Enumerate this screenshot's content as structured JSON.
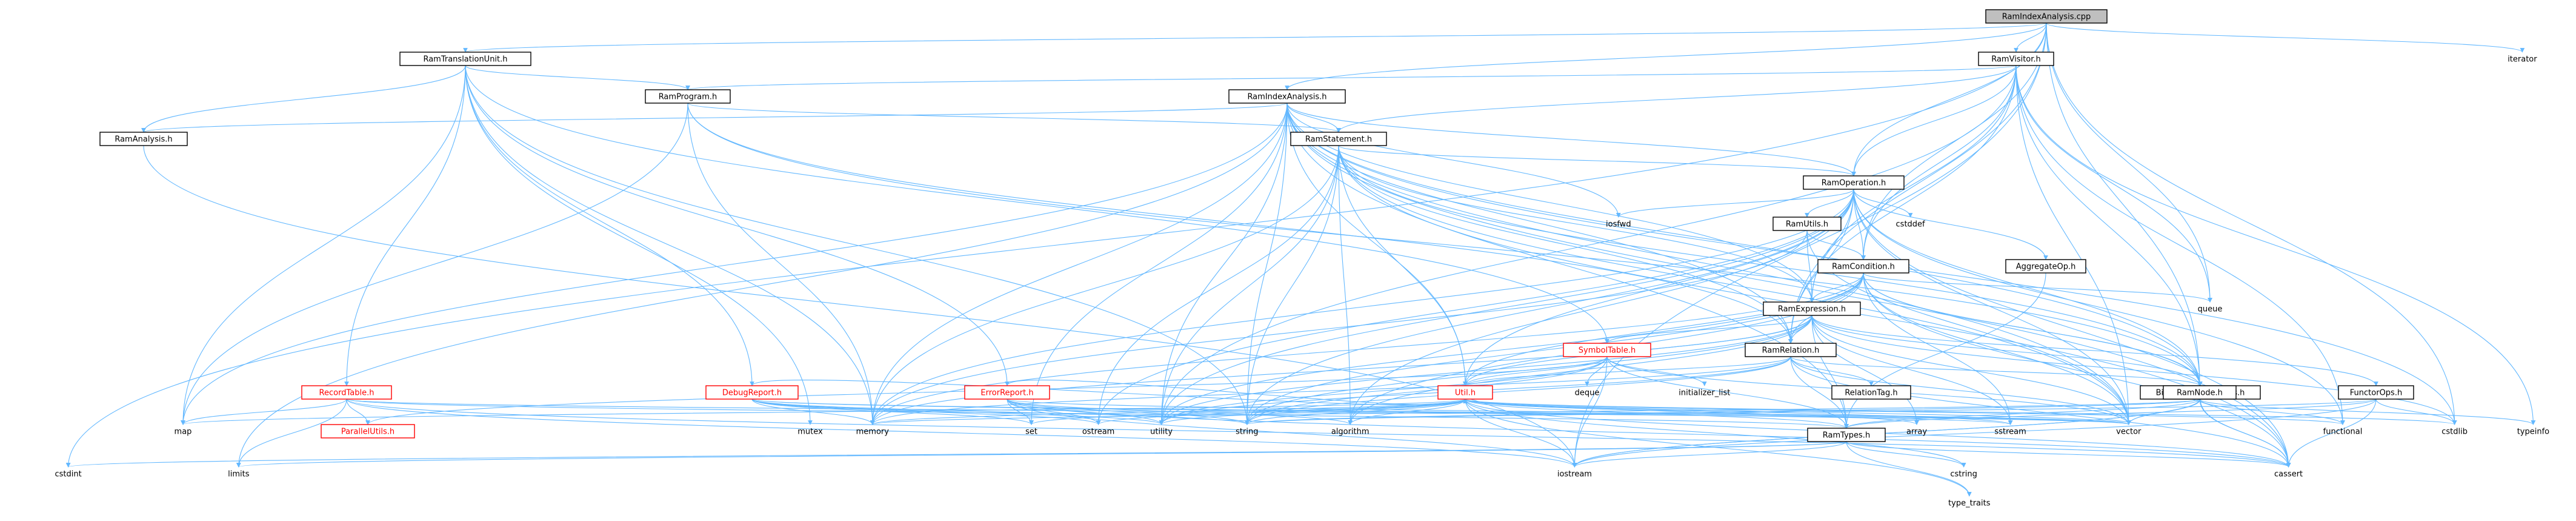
{
  "graph": {
    "root": "RamIndexAnalysis.cpp",
    "nodes": {
      "cpp": {
        "label": "RamIndexAnalysis.cpp",
        "style": "root"
      },
      "tu": {
        "label": "RamTranslationUnit.h",
        "style": "box"
      },
      "visitor": {
        "label": "RamVisitor.h",
        "style": "box"
      },
      "iterator": {
        "label": "iterator",
        "style": "leaf"
      },
      "program": {
        "label": "RamProgram.h",
        "style": "box"
      },
      "ia_h": {
        "label": "RamIndexAnalysis.h",
        "style": "box"
      },
      "analysis": {
        "label": "RamAnalysis.h",
        "style": "box"
      },
      "statement": {
        "label": "RamStatement.h",
        "style": "box"
      },
      "operation": {
        "label": "RamOperation.h",
        "style": "box"
      },
      "iosfwd": {
        "label": "iosfwd",
        "style": "leaf"
      },
      "cstddef": {
        "label": "cstddef",
        "style": "leaf"
      },
      "ramutils": {
        "label": "RamUtils.h",
        "style": "box"
      },
      "aggop": {
        "label": "AggregateOp.h",
        "style": "box"
      },
      "condition": {
        "label": "RamCondition.h",
        "style": "box"
      },
      "queue": {
        "label": "queue",
        "style": "leaf"
      },
      "expression": {
        "label": "RamExpression.h",
        "style": "box"
      },
      "symboltable": {
        "label": "SymbolTable.h",
        "style": "red"
      },
      "relation": {
        "label": "RamRelation.h",
        "style": "box"
      },
      "recordtable": {
        "label": "RecordTable.h",
        "style": "red"
      },
      "debugreport": {
        "label": "DebugReport.h",
        "style": "red"
      },
      "errorreport": {
        "label": "ErrorReport.h",
        "style": "red"
      },
      "parallel": {
        "label": "ParallelUtils.h",
        "style": "red"
      },
      "util": {
        "label": "Util.h",
        "style": "red"
      },
      "deque": {
        "label": "deque",
        "style": "leaf"
      },
      "initlist": {
        "label": "initializer_list",
        "style": "leaf"
      },
      "reltag": {
        "label": "RelationTag.h",
        "style": "box"
      },
      "bincons": {
        "label": "BinaryConstraintOps.h",
        "style": "box"
      },
      "ramnode": {
        "label": "RamNode.h",
        "style": "box"
      },
      "functorops": {
        "label": "FunctorOps.h",
        "style": "box"
      },
      "ramtypes": {
        "label": "RamTypes.h",
        "style": "box"
      },
      "map": {
        "label": "map",
        "style": "leaf"
      },
      "mutex": {
        "label": "mutex",
        "style": "leaf"
      },
      "memory": {
        "label": "memory",
        "style": "leaf"
      },
      "set": {
        "label": "set",
        "style": "leaf"
      },
      "ostream": {
        "label": "ostream",
        "style": "leaf"
      },
      "utility": {
        "label": "utility",
        "style": "leaf"
      },
      "string": {
        "label": "string",
        "style": "leaf"
      },
      "algorithm": {
        "label": "algorithm",
        "style": "leaf"
      },
      "array": {
        "label": "array",
        "style": "leaf"
      },
      "sstream": {
        "label": "sstream",
        "style": "leaf"
      },
      "vector": {
        "label": "vector",
        "style": "leaf"
      },
      "functional": {
        "label": "functional",
        "style": "leaf"
      },
      "cstdlib": {
        "label": "cstdlib",
        "style": "leaf"
      },
      "typeinfo": {
        "label": "typeinfo",
        "style": "leaf"
      },
      "cstdint": {
        "label": "cstdint",
        "style": "leaf"
      },
      "limits": {
        "label": "limits",
        "style": "leaf"
      },
      "iostream": {
        "label": "iostream",
        "style": "leaf"
      },
      "cstring": {
        "label": "cstring",
        "style": "leaf"
      },
      "type_traits": {
        "label": "type_traits",
        "style": "leaf"
      },
      "cassert": {
        "label": "cassert",
        "style": "leaf"
      }
    },
    "edges": [
      [
        "cpp",
        "tu"
      ],
      [
        "cpp",
        "visitor"
      ],
      [
        "cpp",
        "iterator"
      ],
      [
        "cpp",
        "ia_h"
      ],
      [
        "cpp",
        "operation"
      ],
      [
        "cpp",
        "condition"
      ],
      [
        "cpp",
        "relation"
      ],
      [
        "cpp",
        "ramnode"
      ],
      [
        "cpp",
        "queue"
      ],
      [
        "cpp",
        "cstdlib"
      ],
      [
        "cpp",
        "cstdint"
      ],
      [
        "cpp",
        "iostream"
      ],
      [
        "tu",
        "program"
      ],
      [
        "tu",
        "analysis"
      ],
      [
        "tu",
        "recordtable"
      ],
      [
        "tu",
        "debugreport"
      ],
      [
        "tu",
        "errorreport"
      ],
      [
        "tu",
        "symboltable"
      ],
      [
        "tu",
        "map"
      ],
      [
        "tu",
        "mutex"
      ],
      [
        "tu",
        "memory"
      ],
      [
        "tu",
        "string"
      ],
      [
        "visitor",
        "statement"
      ],
      [
        "visitor",
        "operation"
      ],
      [
        "visitor",
        "condition"
      ],
      [
        "visitor",
        "expression"
      ],
      [
        "visitor",
        "relation"
      ],
      [
        "visitor",
        "program"
      ],
      [
        "visitor",
        "ramnode"
      ],
      [
        "visitor",
        "utility"
      ],
      [
        "visitor",
        "vector"
      ],
      [
        "visitor",
        "functional"
      ],
      [
        "visitor",
        "typeinfo"
      ],
      [
        "visitor",
        "queue"
      ],
      [
        "program",
        "statement"
      ],
      [
        "program",
        "ramnode"
      ],
      [
        "program",
        "relation"
      ],
      [
        "program",
        "map"
      ],
      [
        "program",
        "memory"
      ],
      [
        "ia_h",
        "analysis"
      ],
      [
        "ia_h",
        "statement"
      ],
      [
        "ia_h",
        "operation"
      ],
      [
        "ia_h",
        "relation"
      ],
      [
        "ia_h",
        "expression"
      ],
      [
        "ia_h",
        "iosfwd"
      ],
      [
        "ia_h",
        "map"
      ],
      [
        "ia_h",
        "memory"
      ],
      [
        "ia_h",
        "set"
      ],
      [
        "ia_h",
        "string"
      ],
      [
        "ia_h",
        "utility"
      ],
      [
        "ia_h",
        "vector"
      ],
      [
        "ia_h",
        "cstdlib"
      ],
      [
        "ia_h",
        "cassert"
      ],
      [
        "ia_h",
        "limits"
      ],
      [
        "ia_h",
        "ramnode"
      ],
      [
        "ia_h",
        "ramtypes"
      ],
      [
        "ia_h",
        "util"
      ],
      [
        "analysis",
        "iostream"
      ],
      [
        "statement",
        "operation"
      ],
      [
        "statement",
        "relation"
      ],
      [
        "statement",
        "expression"
      ],
      [
        "statement",
        "ramnode"
      ],
      [
        "statement",
        "util"
      ],
      [
        "statement",
        "algorithm"
      ],
      [
        "statement",
        "cassert"
      ],
      [
        "statement",
        "memory"
      ],
      [
        "statement",
        "ostream"
      ],
      [
        "statement",
        "string"
      ],
      [
        "statement",
        "utility"
      ],
      [
        "statement",
        "vector"
      ],
      [
        "operation",
        "condition"
      ],
      [
        "operation",
        "expression"
      ],
      [
        "operation",
        "relation"
      ],
      [
        "operation",
        "ramutils"
      ],
      [
        "operation",
        "aggop"
      ],
      [
        "operation",
        "ramnode"
      ],
      [
        "operation",
        "util"
      ],
      [
        "operation",
        "iosfwd"
      ],
      [
        "operation",
        "cstddef"
      ],
      [
        "operation",
        "algorithm"
      ],
      [
        "operation",
        "cassert"
      ],
      [
        "operation",
        "memory"
      ],
      [
        "operation",
        "ostream"
      ],
      [
        "operation",
        "string"
      ],
      [
        "operation",
        "utility"
      ],
      [
        "operation",
        "vector"
      ],
      [
        "operation",
        "functional"
      ],
      [
        "ramutils",
        "condition"
      ],
      [
        "ramutils",
        "expression"
      ],
      [
        "ramutils",
        "vector"
      ],
      [
        "ramutils",
        "memory"
      ],
      [
        "aggop",
        "ramtypes"
      ],
      [
        "condition",
        "expression"
      ],
      [
        "condition",
        "relation"
      ],
      [
        "condition",
        "bincons"
      ],
      [
        "condition",
        "ramnode"
      ],
      [
        "condition",
        "util"
      ],
      [
        "condition",
        "queue"
      ],
      [
        "condition",
        "algorithm"
      ],
      [
        "condition",
        "cassert"
      ],
      [
        "condition",
        "memory"
      ],
      [
        "condition",
        "sstream"
      ],
      [
        "condition",
        "string"
      ],
      [
        "condition",
        "utility"
      ],
      [
        "condition",
        "vector"
      ],
      [
        "expression",
        "symboltable"
      ],
      [
        "expression",
        "relation"
      ],
      [
        "expression",
        "functorops"
      ],
      [
        "expression",
        "ramnode"
      ],
      [
        "expression",
        "ramtypes"
      ],
      [
        "expression",
        "util"
      ],
      [
        "expression",
        "algorithm"
      ],
      [
        "expression",
        "array"
      ],
      [
        "expression",
        "cstdlib"
      ],
      [
        "expression",
        "memory"
      ],
      [
        "expression",
        "sstream"
      ],
      [
        "expression",
        "string"
      ],
      [
        "expression",
        "utility"
      ],
      [
        "expression",
        "vector"
      ],
      [
        "symboltable",
        "parallel"
      ],
      [
        "symboltable",
        "ramtypes"
      ],
      [
        "symboltable",
        "util"
      ],
      [
        "symboltable",
        "deque"
      ],
      [
        "symboltable",
        "initlist"
      ],
      [
        "symboltable",
        "iostream"
      ],
      [
        "symboltable",
        "string"
      ],
      [
        "symboltable",
        "unordered_map"
      ],
      [
        "symboltable",
        "vector"
      ],
      [
        "symboltable",
        "utility"
      ],
      [
        "relation",
        "reltag"
      ],
      [
        "relation",
        "ramnode"
      ],
      [
        "relation",
        "ramtypes"
      ],
      [
        "relation",
        "util"
      ],
      [
        "relation",
        "cassert"
      ],
      [
        "relation",
        "memory"
      ],
      [
        "relation",
        "string"
      ],
      [
        "relation",
        "utility"
      ],
      [
        "relation",
        "vector"
      ],
      [
        "recordtable",
        "parallel"
      ],
      [
        "recordtable",
        "ramtypes"
      ],
      [
        "recordtable",
        "cassert"
      ],
      [
        "recordtable",
        "iostream"
      ],
      [
        "recordtable",
        "limits"
      ],
      [
        "recordtable",
        "map"
      ],
      [
        "recordtable",
        "vector"
      ],
      [
        "debugreport",
        "util"
      ],
      [
        "debugreport",
        "memory"
      ],
      [
        "debugreport",
        "ostream"
      ],
      [
        "debugreport",
        "set"
      ],
      [
        "debugreport",
        "sstream"
      ],
      [
        "debugreport",
        "string"
      ],
      [
        "debugreport",
        "utility"
      ],
      [
        "debugreport",
        "vector"
      ],
      [
        "errorreport",
        "util"
      ],
      [
        "errorreport",
        "algorithm"
      ],
      [
        "errorreport",
        "cassert"
      ],
      [
        "errorreport",
        "iostream"
      ],
      [
        "errorreport",
        "ostream"
      ],
      [
        "errorreport",
        "set"
      ],
      [
        "errorreport",
        "string"
      ],
      [
        "errorreport",
        "utility"
      ],
      [
        "errorreport",
        "vector"
      ],
      [
        "util",
        "ramtypes"
      ],
      [
        "util",
        "algorithm"
      ],
      [
        "util",
        "array"
      ],
      [
        "util",
        "cassert"
      ],
      [
        "util",
        "cstring"
      ],
      [
        "util",
        "functional"
      ],
      [
        "util",
        "iostream"
      ],
      [
        "util",
        "map"
      ],
      [
        "util",
        "memory"
      ],
      [
        "util",
        "ostream"
      ],
      [
        "util",
        "set"
      ],
      [
        "util",
        "sstream"
      ],
      [
        "util",
        "string"
      ],
      [
        "util",
        "utility"
      ],
      [
        "util",
        "vector"
      ],
      [
        "util",
        "cstdlib"
      ],
      [
        "util",
        "type_traits"
      ],
      [
        "bincons",
        "ramtypes"
      ],
      [
        "bincons",
        "cassert"
      ],
      [
        "bincons",
        "iostream"
      ],
      [
        "bincons",
        "string"
      ],
      [
        "bincons",
        "vector"
      ],
      [
        "ramnode",
        "functional"
      ],
      [
        "ramnode",
        "cassert"
      ],
      [
        "ramnode",
        "iostream"
      ],
      [
        "ramnode",
        "memory"
      ],
      [
        "ramnode",
        "typeinfo"
      ],
      [
        "ramnode",
        "vector"
      ],
      [
        "functorops",
        "ramtypes"
      ],
      [
        "functorops",
        "cassert"
      ],
      [
        "functorops",
        "cstdlib"
      ],
      [
        "functorops",
        "iostream"
      ],
      [
        "functorops",
        "string"
      ],
      [
        "ramtypes",
        "cstdint"
      ],
      [
        "ramtypes",
        "cstring"
      ],
      [
        "ramtypes",
        "iostream"
      ],
      [
        "ramtypes",
        "limits"
      ],
      [
        "ramtypes",
        "type_traits"
      ],
      [
        "ramtypes",
        "cassert"
      ]
    ]
  }
}
